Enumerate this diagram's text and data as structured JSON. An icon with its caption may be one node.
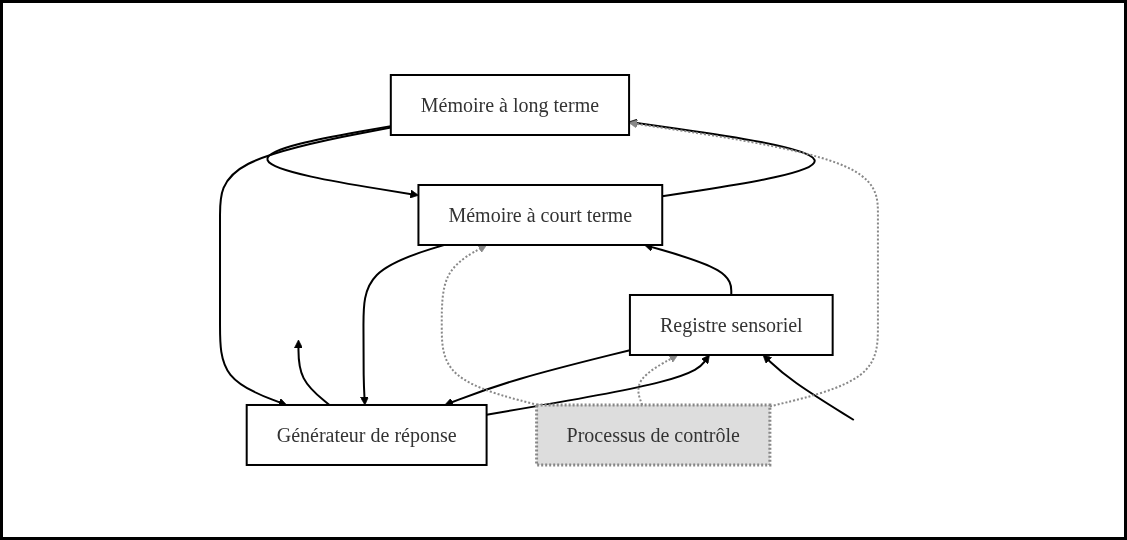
{
  "diagram": {
    "nodes": [
      {
        "text": [
          "Générateur de réponse"
        ]
      },
      {
        "text": [
          "Registre sensoriel"
        ]
      },
      {
        "text": [
          "Mémoire à court terme"
        ]
      },
      {
        "text": [
          "Mémoire à long terme"
        ]
      },
      {
        "text": [
          "Processus de contrôle"
        ]
      }
    ],
    "edges": [
      {
        "from": 0,
        "to": null,
        "arrow": "to"
      },
      {
        "from": null,
        "to": 1,
        "arrow": "to"
      },
      {
        "from": 1,
        "to": 0,
        "arrow": "to"
      },
      {
        "from": 0,
        "to": 1,
        "arrow": "to"
      },
      {
        "from": 1,
        "to": 2,
        "arrow": "to"
      },
      {
        "from": 2,
        "to": 0,
        "arrow": "to"
      },
      {
        "from": 3,
        "to": 0,
        "arrow": "to"
      },
      {
        "from": 2,
        "to": 3,
        "arrow": "to"
      },
      {
        "from": 3,
        "to": 2,
        "arrow": "to"
      },
      {
        "from": 4,
        "to": 1,
        "arrow": "to",
        "style": "dashed",
        "color": "#888888"
      },
      {
        "from": 4,
        "to": 2,
        "arrow": "to",
        "style": "dashed",
        "color": "#888888"
      },
      {
        "from": 4,
        "to": 3,
        "arrow": "to",
        "style": "dashed",
        "color": "#888888"
      }
    ]
  }
}
